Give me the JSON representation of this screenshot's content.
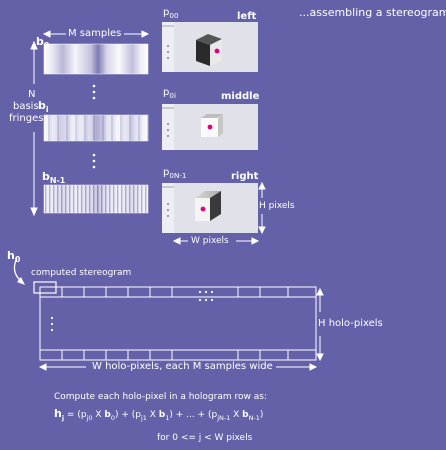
{
  "title": "...assembling a stereogram",
  "fringes": {
    "m_samples": "M samples",
    "b0": "b",
    "b0_sub": "0",
    "bi": "b",
    "bi_sub": "i",
    "bn": "b",
    "bn_sub": "N-1",
    "basis_label": [
      "N",
      "basis",
      "fringes"
    ]
  },
  "views": {
    "left": {
      "p": "p",
      "p_sub": "0",
      "p_sub2": "0",
      "label": "left"
    },
    "middle": {
      "p": "p",
      "p_sub": "0",
      "p_sub2": "i",
      "label": "middle"
    },
    "right": {
      "p": "p",
      "p_sub": "0",
      "p_sub2": "N-1",
      "label": "right"
    },
    "h_pixels": "H pixels",
    "w_pixels": "W pixels"
  },
  "hologram": {
    "h0": "h",
    "h0_sub": "0",
    "computed_label": "computed stereogram",
    "h_holo": "H holo-pixels",
    "w_holo": "W holo-pixels, each M samples wide"
  },
  "formula": {
    "line1": "Compute each holo-pixel in a hologram row as:",
    "h": "h",
    "h_sub": "j",
    "eq": " = (p",
    "t1_sub": "j0",
    "t1_x": " X ",
    "t1_b": "b",
    "t1_bsub": "0",
    "plus1": ") + (p",
    "t2_sub": "j1",
    "t2_x": " X ",
    "t2_b": "b",
    "t2_bsub": "1",
    "plus2": ") + ... + (p",
    "t3_sub": "jN-1",
    "t3_x": " X ",
    "t3_b": "b",
    "t3_bsub": "N-1",
    "close": ")",
    "line3": "for  0 <= j < W pixels"
  }
}
